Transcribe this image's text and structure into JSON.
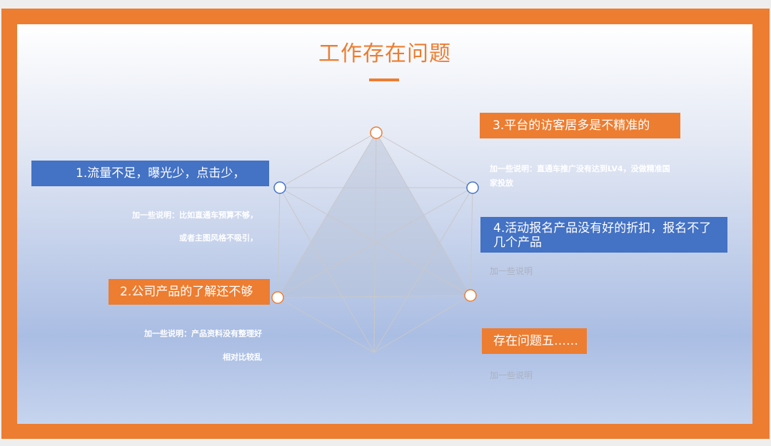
{
  "slide": {
    "title": "工作存在问题",
    "issues": [
      {
        "label": "1.流量不足，曝光少，点击少，",
        "note_lines": [
          "加一些说明：比如直通车预算不够，",
          "或者主图风格不吸引，"
        ],
        "color": "#4472c4"
      },
      {
        "label": "2.公司产品的了解还不够",
        "note_lines": [
          "加一些说明：产品资料没有整理好",
          "相对比较乱"
        ],
        "color": "#ed7d31"
      },
      {
        "label": "3.平台的访客居多是不精准的",
        "note_lines": [
          "加一些说明：直通车推广没有达到LV4，没做精准国",
          "家投放"
        ],
        "color": "#ed7d31"
      },
      {
        "label_lines": [
          "4.活动报名产品没有好的折扣，报名不了",
          "几个产品"
        ],
        "note_lines": [
          "加一些说明"
        ],
        "color": "#4472c4"
      },
      {
        "label": "存在问题五……",
        "note_lines": [
          "加一些说明"
        ],
        "color": "#ed7d31"
      }
    ]
  },
  "colors": {
    "frame": "#ed7d31",
    "accent_orange": "#ed7d31",
    "accent_blue": "#4472c4",
    "diagram_lines": "#c8c8c8",
    "triangle_fill": "#b6c0d4"
  }
}
